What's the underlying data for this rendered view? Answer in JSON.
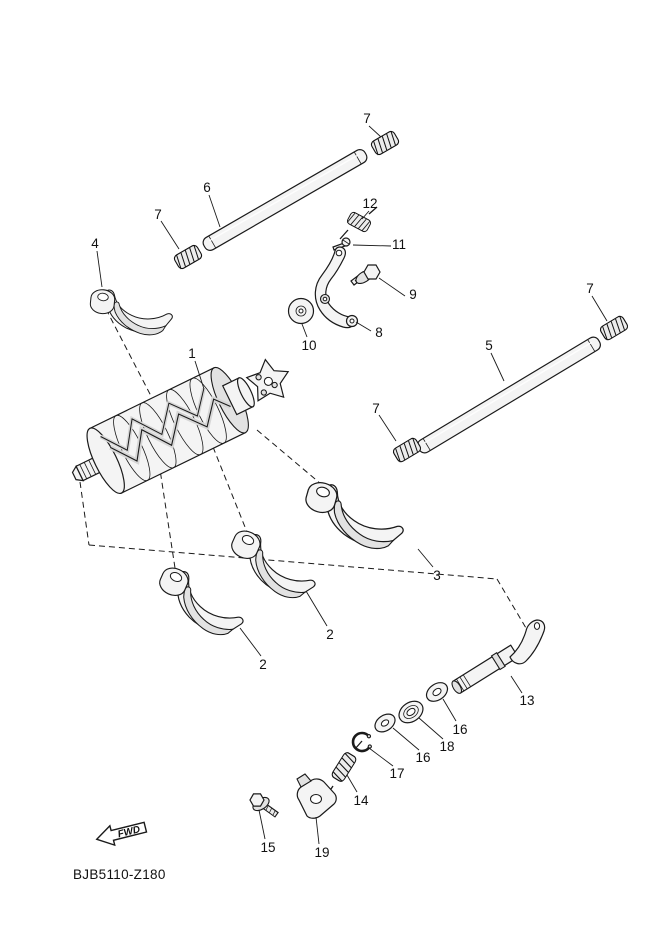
{
  "diagram": {
    "code": "BJB5110-Z180",
    "fwd_label": "FWD",
    "colors": {
      "background": "#ffffff",
      "line": "#1a1a1a"
    },
    "labels": [
      "7",
      "6",
      "7",
      "12",
      "11",
      "4",
      "9",
      "7",
      "10",
      "8",
      "5",
      "1",
      "7",
      "3",
      "2",
      "2",
      "13",
      "16",
      "18",
      "16",
      "17",
      "14",
      "15",
      "19"
    ]
  }
}
